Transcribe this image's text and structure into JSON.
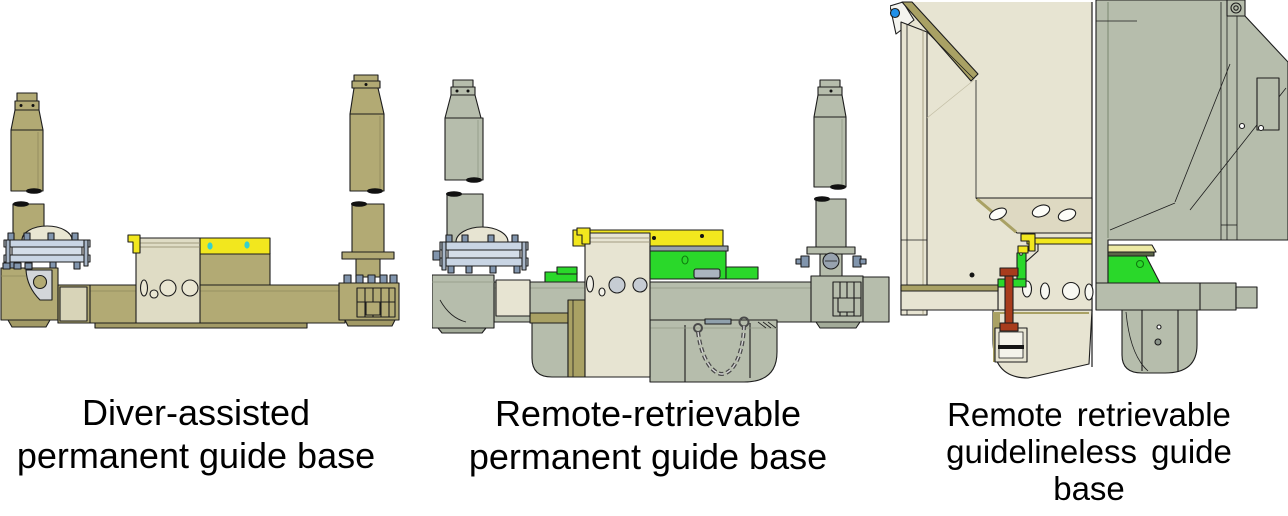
{
  "figures": [
    {
      "id": "diver-assisted-pgb",
      "caption_line1": "Diver-assisted",
      "caption_line2": "permanent guide base",
      "colors": {
        "body_khaki": "#b2aa74",
        "panel_cream": "#dfdcc5",
        "accent_yellow": "#f2e71e",
        "accent_cyan": "#35d0cf",
        "clamp_blue_gray": "#c9d5e4"
      }
    },
    {
      "id": "remote-retrievable-pgb",
      "caption_line1": "Remote-retrievable",
      "caption_line2": "permanent guide base",
      "colors": {
        "body_gray_green": "#b6bdac",
        "panel_cream": "#e7e4d2",
        "accent_yellow": "#f2e71e",
        "accent_green": "#2ad82a",
        "clamp_blue_gray": "#c9d5e4"
      }
    },
    {
      "id": "remote-guidelineless-gb",
      "caption_line1": "Remote retrievable",
      "caption_line2": "guidelineless guide",
      "caption_line3": "base",
      "colors": {
        "cutaway_cream": "#e7e4d2",
        "body_gray_green": "#b6bdac",
        "trim_khaki": "#a9a164",
        "accent_yellow": "#f2e71e",
        "accent_green": "#2ad82a",
        "lock_pin_red": "#a83c1c",
        "marker_blue": "#2090e8"
      }
    }
  ]
}
